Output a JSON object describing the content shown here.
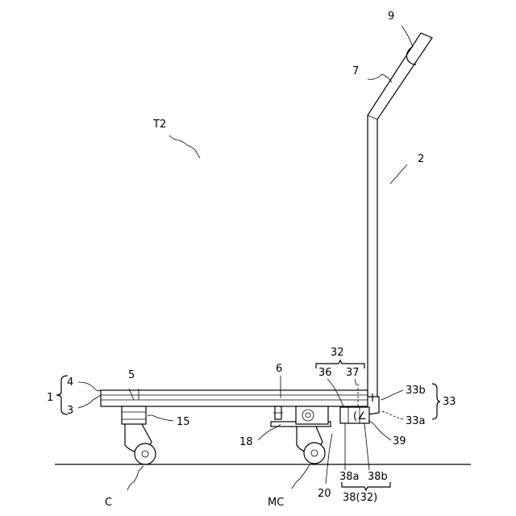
{
  "labels": {
    "t2": "T2",
    "handle_assembly": "2",
    "handle_grip_bar": "7",
    "grip": "9",
    "platform": "1",
    "upper_plate": "4",
    "lower_plate": "3",
    "bolts": "5",
    "caster_mount": "15",
    "stopper": "6",
    "swivel_plate": "18",
    "swivel_caster_body": "20",
    "lock_unit": "32",
    "lock_part_36": "36",
    "lock_part_37": "37",
    "bracket": "33",
    "bracket_upper": "33b",
    "bracket_lower": "33a",
    "pin": "39",
    "lock_part_38a": "38a",
    "lock_part_38b": "38b",
    "lock_assembly_38": "38(32)",
    "caster_c": "C",
    "caster_mc": "MC",
    "spring_mark": "(∠"
  }
}
